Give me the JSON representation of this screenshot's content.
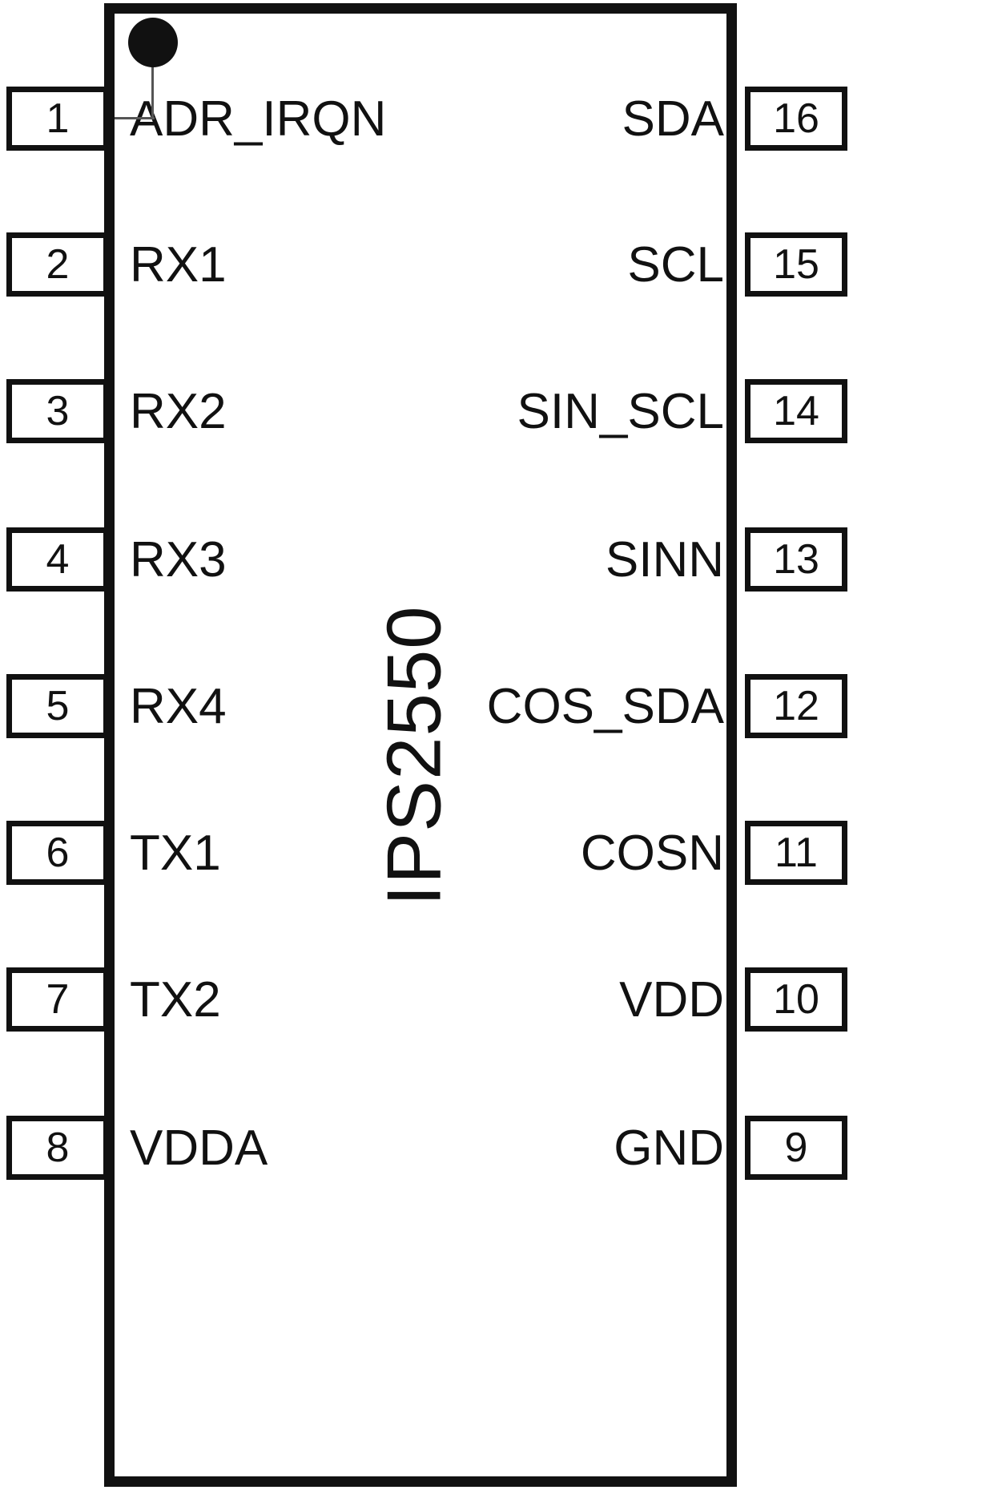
{
  "diagram": {
    "kind": "ic-pinout",
    "part_name": "IPS2550",
    "pin1_marker": "pin1-dot",
    "colors": {
      "outline": "#111111",
      "background": "#ffffff",
      "leader_line": "#555555"
    }
  },
  "pins": {
    "left": [
      {
        "number": "1",
        "label": "ADR_IRQN"
      },
      {
        "number": "2",
        "label": "RX1"
      },
      {
        "number": "3",
        "label": "RX2"
      },
      {
        "number": "4",
        "label": "RX3"
      },
      {
        "number": "5",
        "label": "RX4"
      },
      {
        "number": "6",
        "label": "TX1"
      },
      {
        "number": "7",
        "label": "TX2"
      },
      {
        "number": "8",
        "label": "VDDA"
      }
    ],
    "right": [
      {
        "number": "16",
        "label": "SDA"
      },
      {
        "number": "15",
        "label": "SCL"
      },
      {
        "number": "14",
        "label": "SIN_SCL"
      },
      {
        "number": "13",
        "label": "SINN"
      },
      {
        "number": "12",
        "label": "COS_SDA"
      },
      {
        "number": "11",
        "label": "COSN"
      },
      {
        "number": "10",
        "label": "VDD"
      },
      {
        "number": "9",
        "label": "GND"
      }
    ]
  }
}
